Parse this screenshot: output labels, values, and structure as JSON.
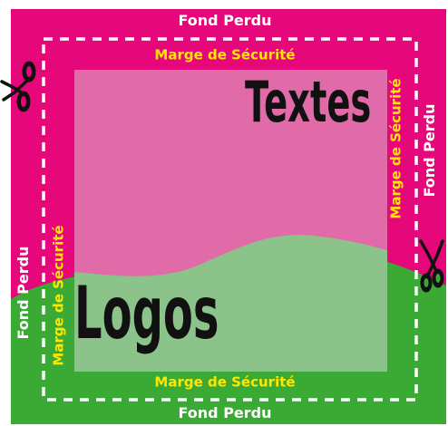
{
  "labels": {
    "bleed": "Fond Perdu",
    "safety_margin": "Marge de Sécurité",
    "texts": "Textes",
    "logos": "Logos"
  },
  "colors": {
    "bleed_pink": "#e6087a",
    "content_pink": "#e06ba8",
    "bleed_green": "#3aaa35",
    "content_green": "#8cc38a",
    "guide_dash": "#ffffff",
    "safety_text": "#ffe600",
    "bleed_text": "#ffffff",
    "headline_text": "#111111"
  },
  "icons": [
    "scissors-icon-left",
    "scissors-icon-right"
  ]
}
